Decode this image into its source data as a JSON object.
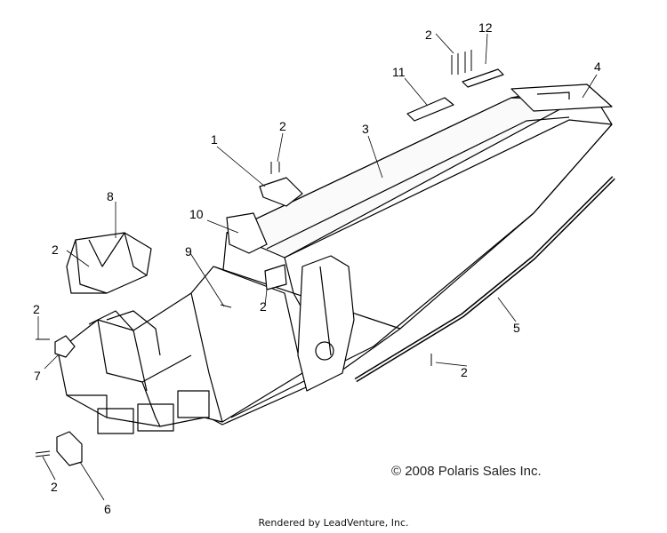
{
  "callouts": {
    "c1": "1",
    "c2a": "2",
    "c2b": "2",
    "c2c": "2",
    "c2d": "2",
    "c2e": "2",
    "c2f": "2",
    "c2g": "2",
    "c3": "3",
    "c4": "4",
    "c5": "5",
    "c6": "6",
    "c7": "7",
    "c8": "8",
    "c9": "9",
    "c10": "10",
    "c11": "11",
    "c12": "12"
  },
  "copyright": "© 2008 Polaris Sales Inc.",
  "rendered_by": "Rendered by LeadVenture, Inc."
}
